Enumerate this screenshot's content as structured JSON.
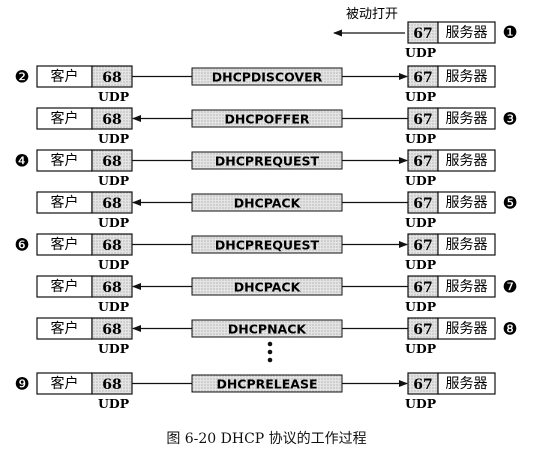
{
  "labels": {
    "client": "客户",
    "server": "服务器",
    "client_port": "68",
    "server_port": "67",
    "udp": "UDP",
    "passive_open": "被动打开"
  },
  "server_listen": {
    "marker": "❶"
  },
  "messages": [
    {
      "name": "DHCPDISCOVER",
      "direction": "to-server",
      "marker": "❷",
      "marker_side": "left"
    },
    {
      "name": "DHCPOFFER",
      "direction": "to-client",
      "marker": "❸",
      "marker_side": "right"
    },
    {
      "name": "DHCPREQUEST",
      "direction": "to-server",
      "marker": "❹",
      "marker_side": "left"
    },
    {
      "name": "DHCPACK",
      "direction": "to-client",
      "marker": "❺",
      "marker_side": "right"
    },
    {
      "name": "DHCPREQUEST",
      "direction": "to-server",
      "marker": "❻",
      "marker_side": "left"
    },
    {
      "name": "DHCPACK",
      "direction": "to-client",
      "marker": "❼",
      "marker_side": "right"
    },
    {
      "name": "DHCPNACK",
      "direction": "to-client",
      "marker": "❽",
      "marker_side": "right"
    },
    {
      "name": "DHCPRELEASE",
      "direction": "to-server",
      "marker": "❾",
      "marker_side": "left"
    }
  ],
  "caption": "图 6-20   DHCP 协议的工作过程"
}
